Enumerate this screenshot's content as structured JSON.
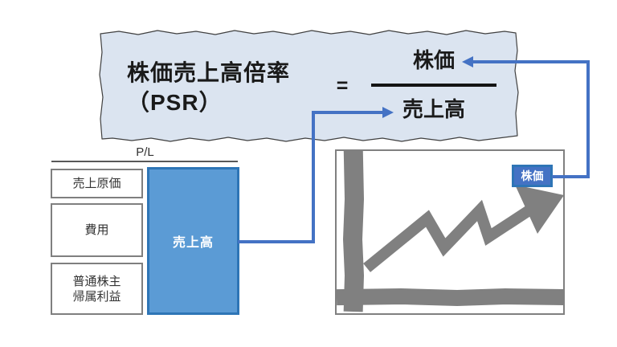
{
  "formula": {
    "title_line1": "株価売上高倍率",
    "title_line2": "（PSR）",
    "equals_sign": "=",
    "numerator": "株価",
    "denominator": "売上高"
  },
  "pl_table": {
    "header": "P/L",
    "items": [
      {
        "label": "売上原価"
      },
      {
        "label": "費用"
      },
      {
        "label_line1": "普通株主",
        "label_line2": "帰属利益"
      }
    ],
    "revenue_label": "売上高"
  },
  "chart": {
    "price_label": "株価",
    "description": "hand-drawn-axes-with-rising-zigzag-arrow"
  },
  "colors": {
    "connector_blue": "#4472c4",
    "revenue_fill": "#5b9bd5",
    "revenue_border": "#2e75b6",
    "banner_fill": "#dbe4f0",
    "banner_outline": "#404040",
    "doodle_gray": "#808080",
    "text_black": "#1a1a1a"
  }
}
